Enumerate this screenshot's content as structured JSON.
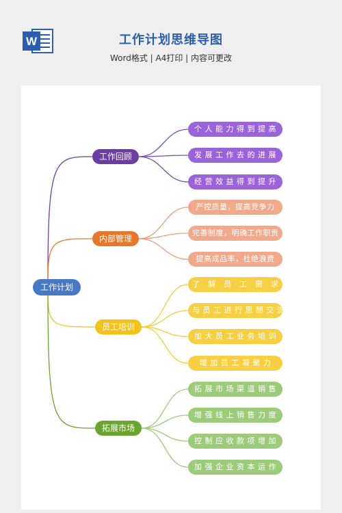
{
  "header": {
    "title": "工作计划思维导图",
    "subtitle": "Word格式 | A4打印 | 内容可更改",
    "app_icon": "word-icon",
    "app_icon_letter": "W"
  },
  "mindmap": {
    "root": {
      "label": "工作计划",
      "color": "#4a79c4"
    },
    "branches": [
      {
        "label": "工作回顾",
        "color": "#6b3fa0",
        "leaf_color": "#9b63d9",
        "line_color": "#7a4bb8",
        "leaves": [
          "个 人 能 力 得 到 提 高",
          "发 展 工 作 去 的 进 展",
          "经 营 效 益 得 到 提 升"
        ]
      },
      {
        "label": "内部管理",
        "color": "#e8772e",
        "leaf_color": "#f0a98a",
        "line_color": "#ee9a7a",
        "leaves": [
          "严控质量，提高竞争力",
          "完善制度，明确工作职责",
          "提高成品率，杜绝浪费"
        ]
      },
      {
        "label": "员工培训",
        "color": "#f3c21f",
        "leaf_color": "#f7cf45",
        "line_color": "#f5cb3a",
        "leaves": [
          "了　解　员　工　需　求",
          "与 员 工 进 行 思 想 交 流",
          "加 大 员 工 业 务 培 训",
          "增 加 员 工 凝 聚 力"
        ]
      },
      {
        "label": "拓展市场",
        "color": "#6aa32e",
        "leaf_color": "#9ccb7a",
        "line_color": "#9ccb7a",
        "leaves": [
          "拓 展 市 场 渠 道 销 售",
          "增 强 线 上 销 售 力 度",
          "控 制 应 收 款 项 增 加",
          "加 强 企 业 资 本 运 作"
        ]
      }
    ]
  }
}
